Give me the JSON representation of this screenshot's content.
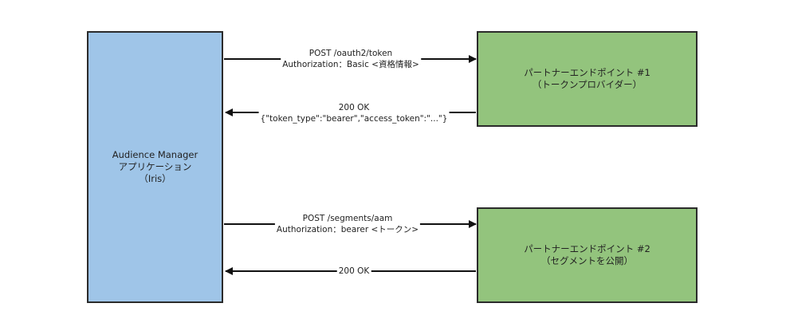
{
  "boxes": {
    "audience_manager": {
      "line1": "Audience Manager",
      "line2": "アプリケーション",
      "line3": "（Iris）",
      "color": "#9fc5e8"
    },
    "partner1": {
      "line1": "パートナーエンドポイント #1",
      "line2": "（トークンプロバイダー）",
      "color": "#93c47d"
    },
    "partner2": {
      "line1": "パートナーエンドポイント #2",
      "line2": "（セグメントを公開）",
      "color": "#93c47d"
    }
  },
  "messages": {
    "token_request": {
      "line1": "POST /oauth2/token",
      "line2": "Authorization：Basic <資格情報>"
    },
    "token_response": {
      "line1": "200 OK",
      "line2": "{\"token_type\":\"bearer\",\"access_token\":\"...\"}"
    },
    "segments_request": {
      "line1": "POST /segments/aam",
      "line2": "Authorization：bearer <トークン>"
    },
    "segments_response": {
      "line1": "200 OK"
    }
  }
}
